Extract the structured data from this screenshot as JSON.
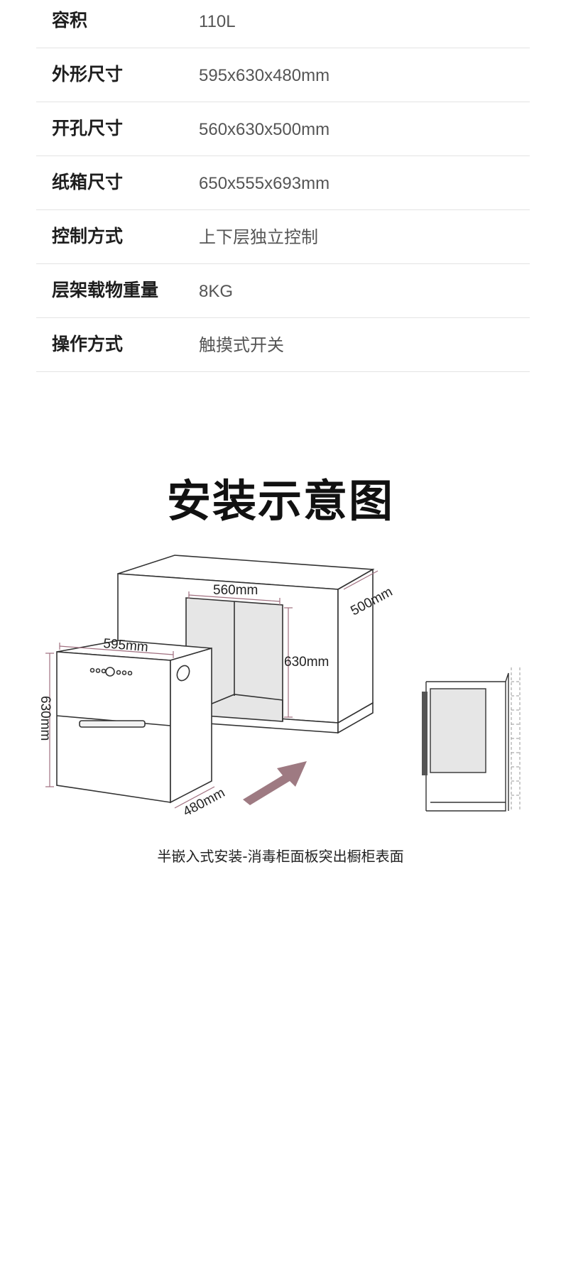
{
  "specs": [
    {
      "label": "容积",
      "value": "110L"
    },
    {
      "label": "外形尺寸",
      "value": "595x630x480mm"
    },
    {
      "label": "开孔尺寸",
      "value": "560x630x500mm"
    },
    {
      "label": "纸箱尺寸",
      "value": "650x555x693mm"
    },
    {
      "label": "控制方式",
      "value": "上下层独立控制"
    },
    {
      "label": "层架载物重量",
      "value": "8KG"
    },
    {
      "label": "操作方式",
      "value": "触摸式开关"
    }
  ],
  "install": {
    "title": "安装示意图",
    "dims": {
      "cabinet_width": "560mm",
      "cabinet_depth": "500mm",
      "cabinet_height": "630mm",
      "unit_width": "595mm",
      "unit_height": "630mm",
      "unit_depth": "480mm"
    },
    "caption": "半嵌入式安装-消毒柜面板突出橱柜表面"
  },
  "colors": {
    "dimension_line": "#a06f7f",
    "arrow": "#9e7a82",
    "line": "#333333",
    "cavity": "#e6e6e6"
  }
}
